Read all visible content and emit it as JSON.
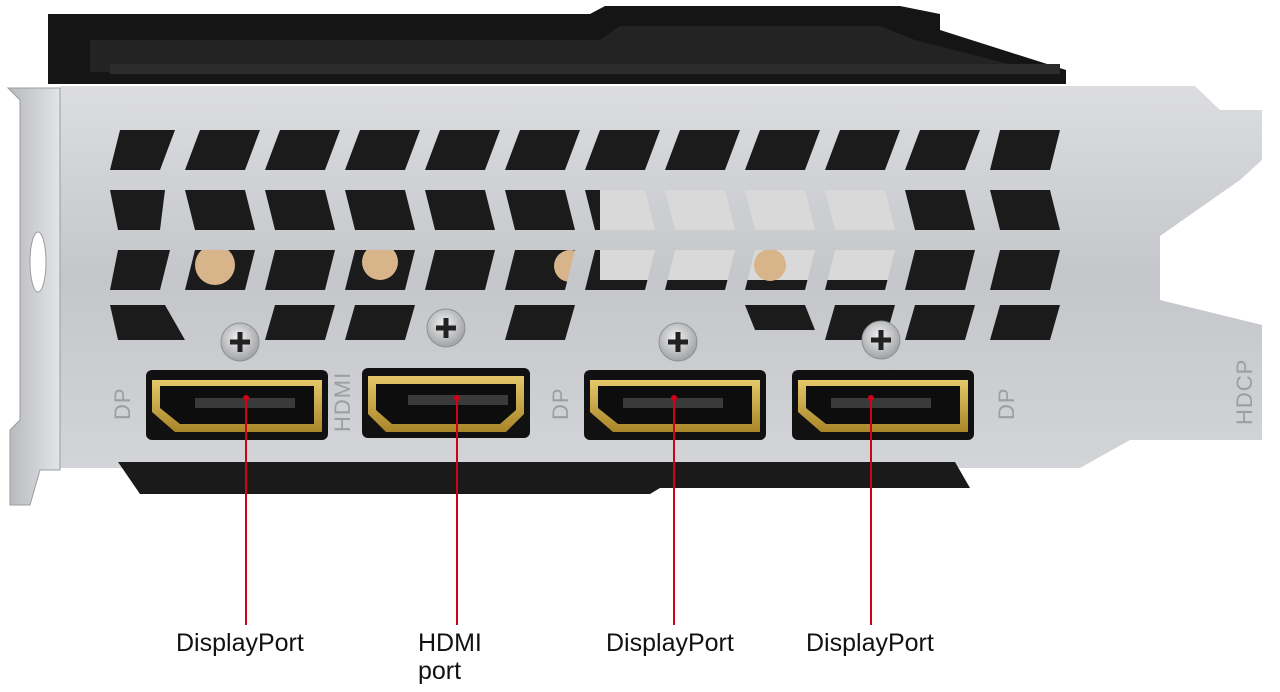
{
  "callouts": [
    {
      "id": "dp1",
      "label": "DisplayPort"
    },
    {
      "id": "hdmi",
      "label": "HDMI port"
    },
    {
      "id": "dp2",
      "label": "DisplayPort"
    },
    {
      "id": "dp3",
      "label": "DisplayPort"
    }
  ],
  "bracket_markings": {
    "dp_left": "DP",
    "hdmi": "HDMI",
    "dp_mid": "DP",
    "dp_right": "DP",
    "hdcp": "HDCP"
  },
  "colors": {
    "callout_line": "#d0021b",
    "bracket_metal": "#c9cacd",
    "shroud": "#141414",
    "port_gold": "#c9a640"
  },
  "icons": [
    "graphics-card-bracket",
    "mounting-screw-icon",
    "displayport-connector",
    "hdmi-connector"
  ]
}
